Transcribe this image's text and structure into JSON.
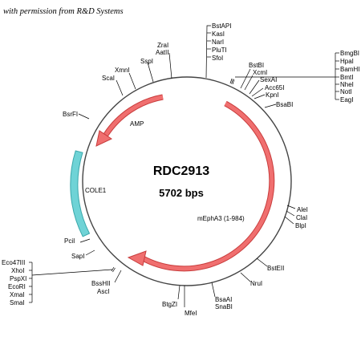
{
  "permission_note": "with permission from R&D Systems",
  "plasmid": {
    "name": "RDC2913",
    "size": "5702 bps"
  },
  "features": {
    "amp": "AMP",
    "cole1": "COLE1",
    "insert": "mEphA3 (1-984)"
  },
  "colors": {
    "feature_arrow": "#f06f6f",
    "feature_stroke": "#c83c3c",
    "ori": "#6fd3d6",
    "ori_stroke": "#3aa8ab",
    "backbone": "#444444"
  },
  "sites": {
    "bstapi": [
      "BstAPI",
      "KasI",
      "NarI",
      "PluTI",
      "SfoI"
    ],
    "zrai": [
      "ZraI",
      "AatII"
    ],
    "sspi": "SspI",
    "xmni": "XmnI",
    "scai": "ScaI",
    "bsrfi": "BsrFI",
    "bstbi": "BstBI",
    "xcmi": "XcmI",
    "sexai": "SexAI",
    "acc65i": "Acc65I",
    "kpni": "KpnI",
    "bsabi": "BsaBI",
    "mcs_right": [
      "BmgBI",
      "HpaI",
      "BamHI",
      "BmtI",
      "NheI",
      "NotI",
      "EagI"
    ],
    "alei": "AleI",
    "clai": "ClaI",
    "blpi": "BlpI",
    "bsteii": "BstEII",
    "nrui": "NruI",
    "bsaai": [
      "BsaAI",
      "SnaBI"
    ],
    "mfei": "MfeI",
    "btgzi": "BtgZI",
    "bsshii": [
      "BssHII",
      "AscI"
    ],
    "mcs_left": [
      "Eco47III",
      "XhoI",
      "PspXI",
      "EcoRI",
      "XmaI",
      "SmaI"
    ],
    "sapi": "SapI",
    "pcii": "PciI"
  }
}
